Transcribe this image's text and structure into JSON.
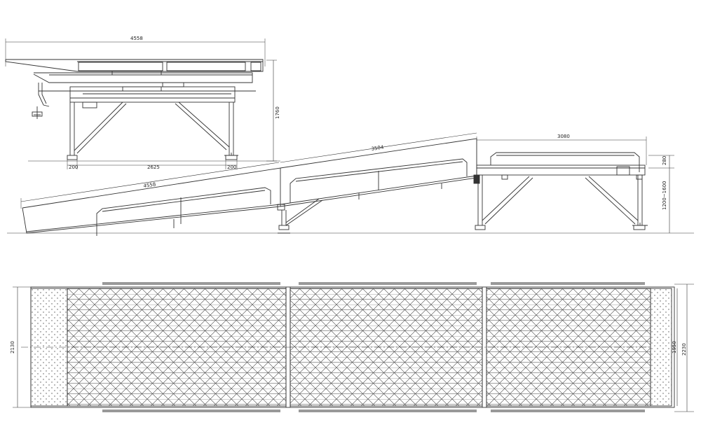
{
  "colors": {
    "line": "#333333",
    "thin": "#666666",
    "background": "#ffffff"
  },
  "dimensions": {
    "top_overall_length": "4558",
    "top_height": "1760",
    "top_span": "2625",
    "top_foot_left": "200",
    "top_foot_right": "200",
    "ramp_length": "4558",
    "mid_ramp_length": "3504",
    "platform_length": "3080",
    "platform_thickness": "280",
    "platform_height_range": "1200~1600",
    "plan_width_left": "2130",
    "plan_inner_width": "1950",
    "plan_outer_width": "2230"
  }
}
